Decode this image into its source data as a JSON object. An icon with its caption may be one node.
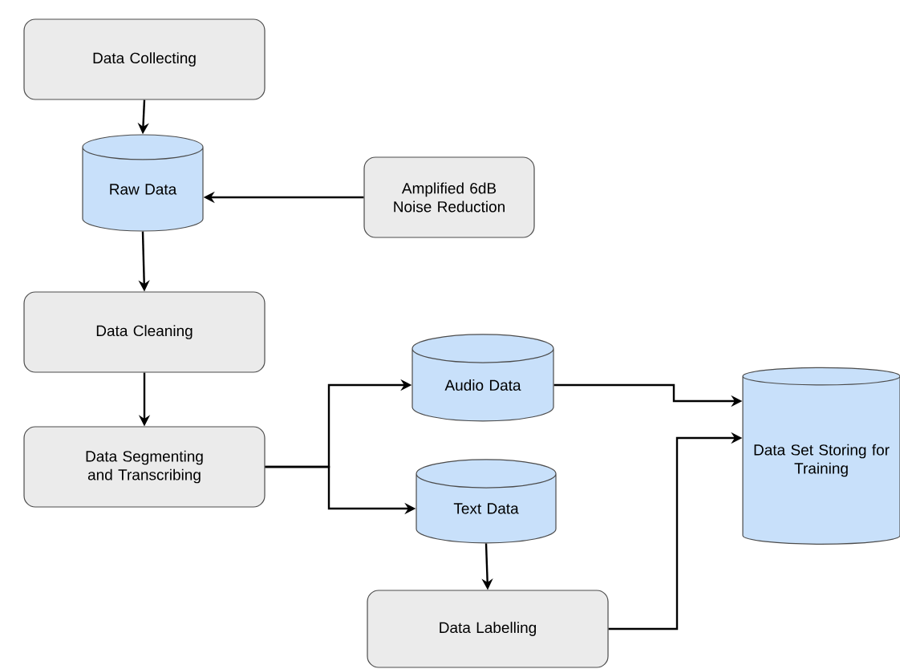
{
  "diagram": {
    "nodes": [
      {
        "text": [
          "Data Collecting"
        ]
      },
      {
        "text": [
          "Raw Data"
        ]
      },
      {
        "text": [
          "Amplified 6dB Noise Reduction"
        ]
      },
      {
        "text": [
          "Data Cleaning"
        ]
      },
      {
        "text": [
          "Data Segmenting and Transcribing"
        ]
      },
      {
        "text": [
          "Audio Data"
        ]
      },
      {
        "text": [
          "Text Data"
        ]
      },
      {
        "text": [
          "Data Labelling"
        ]
      },
      {
        "text": [
          "Data Set Storing for Training"
        ]
      }
    ],
    "edges": [
      {
        "from": 0,
        "to": 1,
        "arrow": "to"
      },
      {
        "from": 2,
        "to": 1,
        "arrow": "to"
      },
      {
        "from": 1,
        "to": 3,
        "arrow": "to"
      },
      {
        "from": 3,
        "to": 4,
        "arrow": "to"
      },
      {
        "from": 4,
        "to": 5,
        "arrow": "to"
      },
      {
        "from": 4,
        "to": 6,
        "arrow": "to"
      },
      {
        "from": 5,
        "to": 8,
        "arrow": "to"
      },
      {
        "from": 6,
        "to": 7,
        "arrow": "to"
      },
      {
        "from": 7,
        "to": 8,
        "arrow": "to"
      }
    ]
  }
}
